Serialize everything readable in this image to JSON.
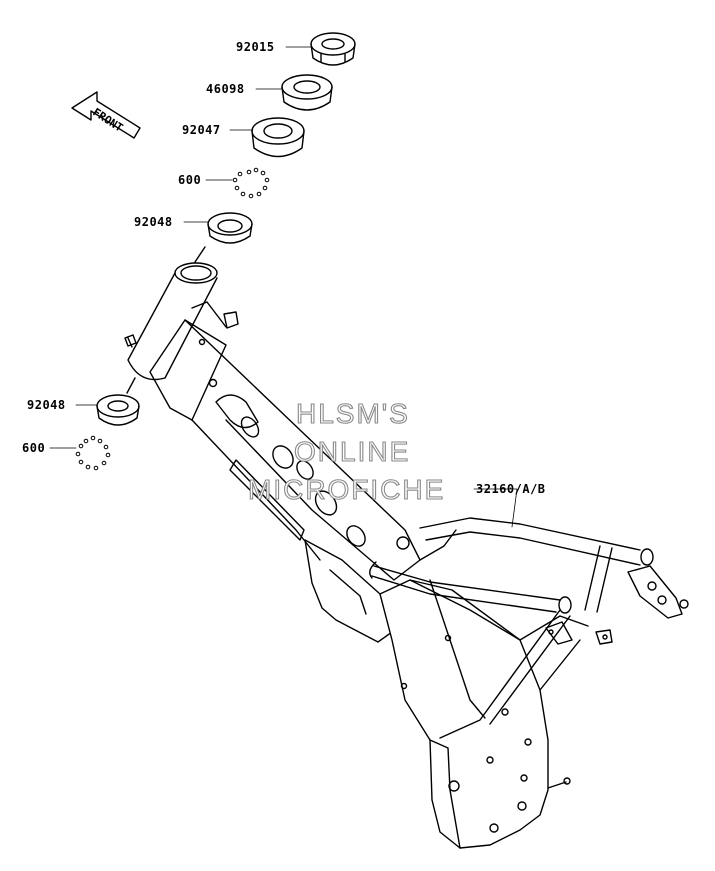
{
  "front_arrow": {
    "text": "FRONT"
  },
  "parts": [
    {
      "number": "92015"
    },
    {
      "number": "46098"
    },
    {
      "number": "92047"
    },
    {
      "number": "600"
    },
    {
      "number": "92048"
    },
    {
      "number": "92048"
    },
    {
      "number": "600"
    },
    {
      "number": "32160/A/B"
    }
  ],
  "watermark": {
    "line1": "HLSM'S",
    "line2": "ONLINE",
    "line3": "MICROFICHE"
  }
}
